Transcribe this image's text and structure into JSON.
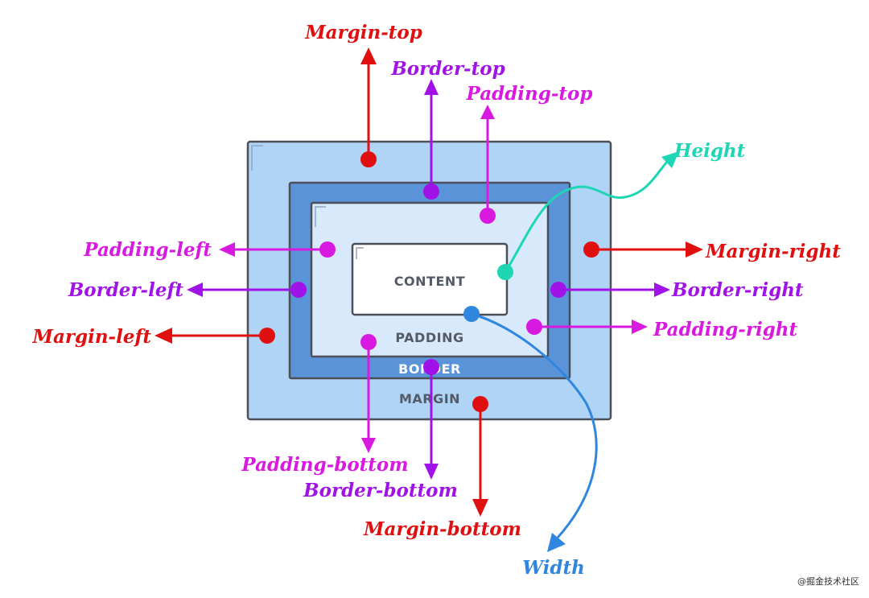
{
  "colors": {
    "margin": "#e01010",
    "border": "#a012e8",
    "padding": "#d81ae0",
    "height": "#1ed6b4",
    "width": "#2f86de",
    "margin_fill": "#b0d4f6",
    "border_fill": "#5b93d9",
    "padding_fill": "#d8e9fb",
    "content_fill": "#ffffff",
    "outline": "#4a4f58"
  },
  "boxes": {
    "content": "CONTENT",
    "padding": "PADDING",
    "border": "BORDER",
    "margin": "MARGIN"
  },
  "labels": {
    "margin_top": "Margin-top",
    "border_top": "Border-top",
    "padding_top": "Padding-top",
    "height": "Height",
    "padding_left": "Padding-left",
    "margin_right": "Margin-right",
    "border_left": "Border-left",
    "border_right": "Border-right",
    "margin_left": "Margin-left",
    "padding_right": "Padding-right",
    "padding_bottom": "Padding-bottom",
    "border_bottom": "Border-bottom",
    "margin_bottom": "Margin-bottom",
    "width": "Width"
  },
  "watermark": "@掘金技术社区"
}
